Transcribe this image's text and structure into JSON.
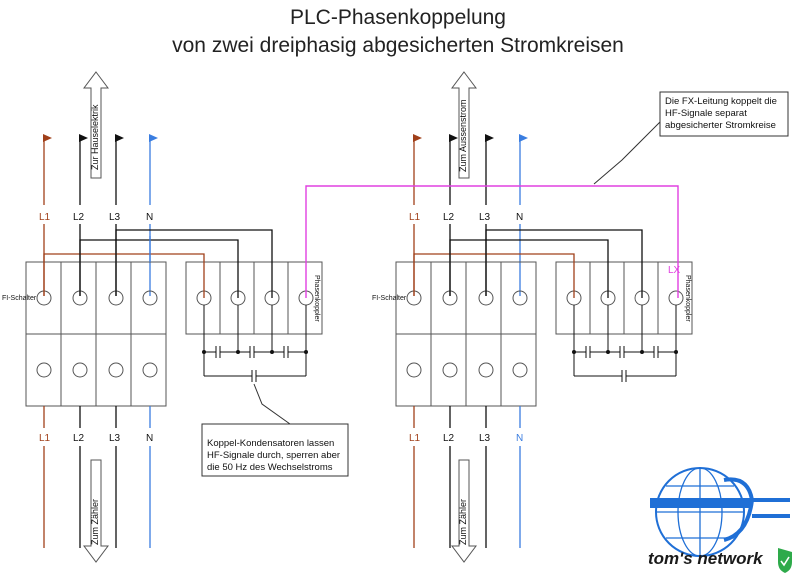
{
  "title": {
    "line1": "PLC-Phasenkoppelung",
    "line2": "von zwei dreiphasig abgesicherten Stromkreisen"
  },
  "left_circuit": {
    "phase_top": [
      "L1",
      "L2",
      "L3",
      "N"
    ],
    "phase_bottom": [
      "L1",
      "L2",
      "L3",
      "N"
    ],
    "arrow_top_label": "Zur Hauselektrik",
    "arrow_bottom_label": "Zum Zähler",
    "fi_label": "FI-Schalter",
    "coupler_label": "Phasenkoppler"
  },
  "right_circuit": {
    "phase_top": [
      "L1",
      "L2",
      "L3",
      "N"
    ],
    "phase_bottom": [
      "L1",
      "L2",
      "L3",
      "N"
    ],
    "arrow_top_label": "Zum Aussenstrom",
    "arrow_bottom_label": "Zum Zähler",
    "fi_label": "FI-Schalter",
    "coupler_label": "Phasenkoppler",
    "lx_label": "LX"
  },
  "notes": {
    "fx_line": [
      "Die FX-Leitung koppelt die",
      "HF-Signale separat",
      "abgesicherter Stromkreise"
    ],
    "capacitor": [
      "Koppel-Kondensatoren lassen",
      "HF-Signale durch, sperren aber",
      "die 50 Hz des Wechselstroms"
    ]
  },
  "logo": {
    "text": "tom's network",
    "icon": "globe-trident-icon",
    "badge_icon": "check-shield-icon"
  },
  "colors": {
    "l1": "#a0401a",
    "l2": "#111111",
    "l3": "#111111",
    "n": "#3a7de0",
    "fx": "#e040e0",
    "arrow_fill": "#ffffff",
    "box_stroke": "#444444",
    "logo_blue": "#1f6fd6",
    "badge_green": "#2eaa4a"
  }
}
